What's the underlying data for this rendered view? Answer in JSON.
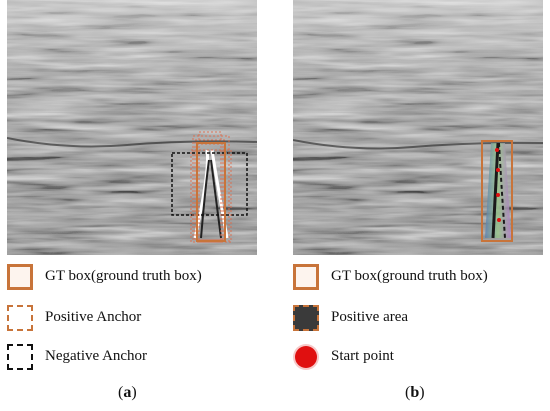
{
  "panels": [
    {
      "caption_open": "(",
      "caption_letter": "a",
      "caption_close": ")",
      "legend": [
        {
          "label": "GT box(ground truth box)",
          "swatch": "gt-box",
          "color": "#c8743a"
        },
        {
          "label": "Positive Anchor",
          "swatch": "dashed-box",
          "color": "#c8743a"
        },
        {
          "label": "Negative Anchor",
          "swatch": "dashed-box",
          "color": "#111111"
        }
      ]
    },
    {
      "caption_open": "(",
      "caption_letter": "b",
      "caption_close": ")",
      "legend": [
        {
          "label": "GT box(ground truth box)",
          "swatch": "gt-box",
          "color": "#c8743a"
        },
        {
          "label": "Positive area",
          "swatch": "filled-box",
          "color": "#3a3a3a"
        },
        {
          "label": "Start point",
          "swatch": "dot",
          "color": "#e01010"
        }
      ]
    }
  ],
  "colors": {
    "gt_box": "#c8743a",
    "positive_anchor": "#e06b4a",
    "negative_anchor": "#111111",
    "start_point": "#e01010"
  }
}
